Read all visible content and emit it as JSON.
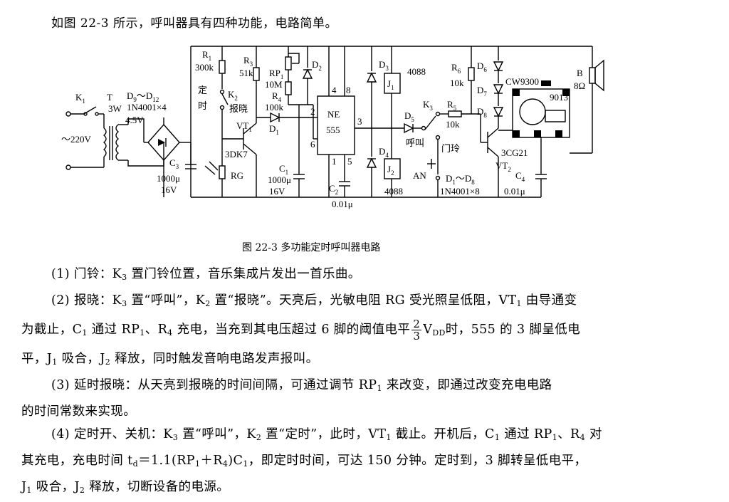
{
  "intro": "如图 22-3 所示，呼叫器具有四种功能，电路简单。",
  "schematic": {
    "labels": {
      "k1": "K",
      "k1_sub": "1",
      "t": "T",
      "d9": "D",
      "d9_sub": "9",
      "d9_rest": "～D",
      "d12_sub": "12",
      "ac": "～220V",
      "v3w": "3W",
      "diode_part": "1N4001×4",
      "v45": "4.5V",
      "c3": "C",
      "c3_sub": "3",
      "c3_val": "1000μ",
      "c3_v": "16V",
      "r1": "R",
      "r1_sub": "1",
      "r1_val": "300k",
      "r3": "R",
      "r3_sub": "3",
      "r3_val": "51k",
      "rp1": "RP",
      "rp1_sub": "1",
      "rp1_val": "10M",
      "r4": "R",
      "r4_sub": "4",
      "r4_val": "100k",
      "d2": "D",
      "d2_sub": "2",
      "d1": "D",
      "d1_sub": "1",
      "ding": "定",
      "shi": "时",
      "k2": "K",
      "k2_sub": "2",
      "baoxiao": "报晓",
      "vt1": "VT",
      "vt1_sub": "1",
      "dk7": "3DK7",
      "rg": "RG",
      "c1": "C",
      "c1_sub": "1",
      "c1_val": "1000μ",
      "c1_v": "16V",
      "ne": "NE",
      "n555": "555",
      "pin4": "4",
      "pin8": "8",
      "pin2": "2",
      "pin3": "3",
      "pin6": "6",
      "pin1": "1",
      "pin5": "5",
      "c2": "C",
      "c2_sub": "2",
      "c2_val": "0.01μ",
      "d3": "D",
      "d3_sub": "3",
      "d4": "D",
      "d4_sub": "4",
      "j1": "J",
      "j1_sub": "1",
      "j2": "J",
      "j2_sub": "2",
      "r4088a": "4088",
      "r4088b": "4088",
      "d5": "D",
      "d5_sub": "5",
      "k3": "K",
      "k3_sub": "3",
      "r5": "R",
      "r5_sub": "5",
      "r5_val": "10k",
      "hujiao": "呼叫",
      "menling": "门玲",
      "an": "AN",
      "d18": "D",
      "d18_sub1": "1",
      "d18_rest": "～D",
      "d18_sub8": "8",
      "diode8": "1N4001×8",
      "r6": "R",
      "r6_sub": "6",
      "r6_val": "10k",
      "d6": "D",
      "d6_sub": "6",
      "d7": "D",
      "d7_sub": "7",
      "d8": "D",
      "d8_sub": "8",
      "cw": "CW9300",
      "vt2": "VT",
      "vt2_sub": "2",
      "cg21": "3CG21",
      "c4": "C",
      "c4_sub": "4",
      "c4_val": "0.01μ",
      "b": "B",
      "b_val": "8Ω",
      "t9013": "9013"
    }
  },
  "caption": "图 22-3    多功能定时呼叫器电路",
  "items": [
    {
      "a": "(1) 门铃：K",
      "s": "3",
      "b": " 置门铃位置，音乐集成片发出一首乐曲。"
    },
    {
      "a": "(2) 报晓：K",
      "s": "3",
      "b": " 置“呼叫”，K",
      "s2": "2",
      "c": " 置“报晓”。天亮后，光敏电阻 RG 受光照呈低阻，VT",
      "s3": "1",
      "d": " 由导通变"
    }
  ],
  "p2_line2": {
    "a": "为截止，C",
    "s": "1",
    "b": " 通过 RP",
    "s2": "1",
    "c": "、R",
    "s3": "4",
    "d": " 充电，当充到其电压超过 6 脚的阈值电平",
    "num": "2",
    "den": "3",
    "e": "V",
    "s4": "DD",
    "f": "时，555 的 3 脚呈低电"
  },
  "p2_line3": {
    "a": "平，J",
    "s": "1",
    "b": " 吸合，J",
    "s2": "2",
    "c": " 释放，同时触发音响电路发声报叫。"
  },
  "p3_line1": {
    "a": "(3) 延时报晓：从天亮到报晓的时间间隔，可通过调节 RP",
    "s": "1",
    "b": " 来改变，即通过改变充电电路"
  },
  "p3_line2": "的时间常数来实现。",
  "p4_line1": {
    "a": "(4) 定时开、关机：K",
    "s": "3",
    "b": " 置“呼叫”，K",
    "s2": "2",
    "c": " 置“定时”，此时，VT",
    "s3": "1",
    "d": " 截止。开机后，C",
    "s4": "1",
    "e": " 通过 RP",
    "s5": "1",
    "f": "、R",
    "s6": "4",
    "g": " 对"
  },
  "p4_line2": {
    "a": "其充电，充电时间 t",
    "s": "d",
    "b": "＝1.1(RP",
    "s2": "1",
    "c": "＋R",
    "s3": "4",
    "d": ")C",
    "s4": "1",
    "e": "，即定时时间，可达 150 分钟。定时到，3 脚转呈低电平，"
  },
  "p4_line3": {
    "a": "J",
    "s": "1",
    "b": " 吸合，J",
    "s2": "2",
    "c": " 释放，切断设备的电源。"
  }
}
